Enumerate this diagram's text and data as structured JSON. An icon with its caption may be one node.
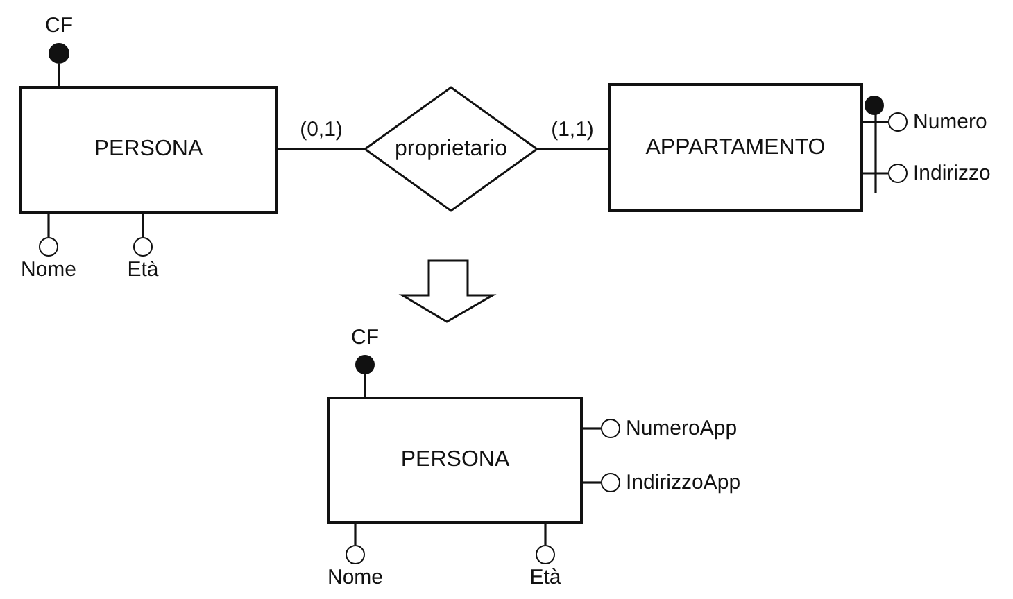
{
  "diagram": {
    "nodes": [
      {
        "text": [
          "PERSONA"
        ]
      },
      {
        "text": [],
        "shape": "dot",
        "beside": [
          "CF"
        ]
      },
      {
        "text": [],
        "shape": "circle",
        "beside": [
          "Nome"
        ]
      },
      {
        "text": [],
        "shape": "circle",
        "beside": [
          "Età"
        ]
      },
      {
        "text": [
          "proprietario"
        ]
      },
      {
        "text": [
          "APPARTAMENTO"
        ]
      },
      {
        "text": [],
        "shape": "circle",
        "beside": [
          "Numero"
        ]
      },
      {
        "text": [],
        "shape": "circle",
        "beside": [
          "Indirizzo"
        ]
      },
      {
        "text": [
          "PERSONA"
        ]
      },
      {
        "text": [],
        "shape": "dot",
        "beside": [
          "CF"
        ]
      },
      {
        "text": [],
        "shape": "circle",
        "beside": [
          "NumeroApp"
        ]
      },
      {
        "text": [],
        "shape": "circle",
        "beside": [
          "IndirizzoApp"
        ]
      },
      {
        "text": [],
        "shape": "circle",
        "beside": [
          "Nome"
        ]
      },
      {
        "text": [],
        "shape": "circle",
        "beside": [
          "Età"
        ]
      }
    ],
    "edges": [
      {
        "from": 0,
        "to": 1,
        "arrow": "none"
      },
      {
        "from": 0,
        "to": 2,
        "arrow": "none"
      },
      {
        "from": 0,
        "to": 3,
        "arrow": "none"
      },
      {
        "from": 0,
        "to": 4,
        "arrow": "none",
        "label": "(0,1)"
      },
      {
        "from": 4,
        "to": 5,
        "arrow": "none",
        "label": "(1,1)"
      },
      {
        "from": 5,
        "to": 6,
        "arrow": "none"
      },
      {
        "from": 5,
        "to": 7,
        "arrow": "none"
      },
      {
        "from": 8,
        "to": 9,
        "arrow": "none"
      },
      {
        "from": 8,
        "to": 10,
        "arrow": "none"
      },
      {
        "from": 8,
        "to": 11,
        "arrow": "none"
      },
      {
        "from": 8,
        "to": 12,
        "arrow": "none"
      },
      {
        "from": 8,
        "to": 13,
        "arrow": "none"
      }
    ]
  }
}
